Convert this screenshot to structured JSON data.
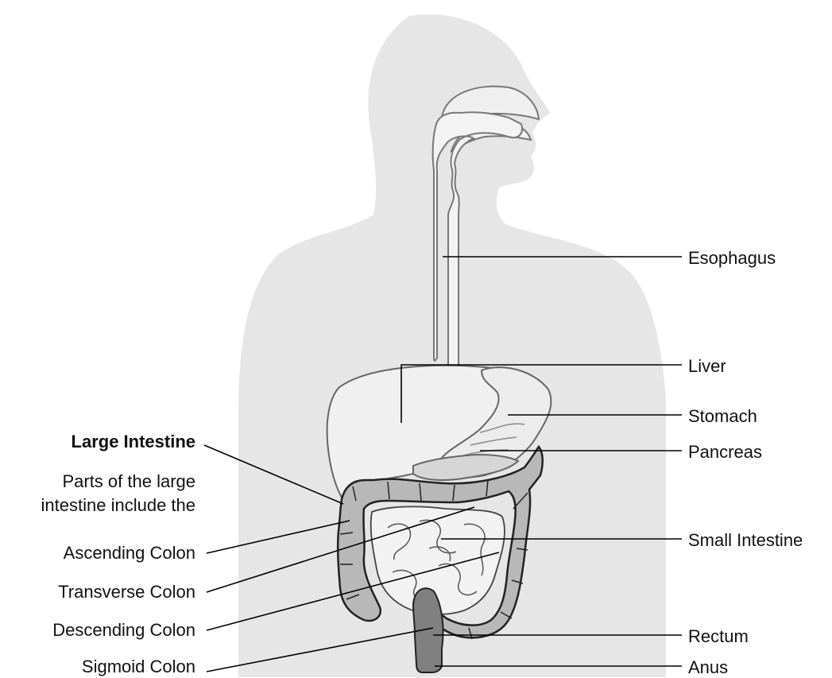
{
  "labels": {
    "esophagus": "Esophagus",
    "liver": "Liver",
    "stomach": "Stomach",
    "pancreas": "Pancreas",
    "small_intestine": "Small Intestine",
    "rectum": "Rectum",
    "anus": "Anus",
    "large_intestine": "Large Intestine",
    "parts_line1": "Parts of the large",
    "parts_line2": "intestine include the",
    "ascending_colon": "Ascending Colon",
    "transverse_colon": "Transverse Colon",
    "descending_colon": "Descending Colon",
    "sigmoid_colon": "Sigmoid Colon"
  },
  "colors": {
    "silhouette": "#e6e6e6",
    "organ_light": "#f0f0f0",
    "colon": "#b8b8b8",
    "rectum": "#808080",
    "outline": "#222222"
  }
}
